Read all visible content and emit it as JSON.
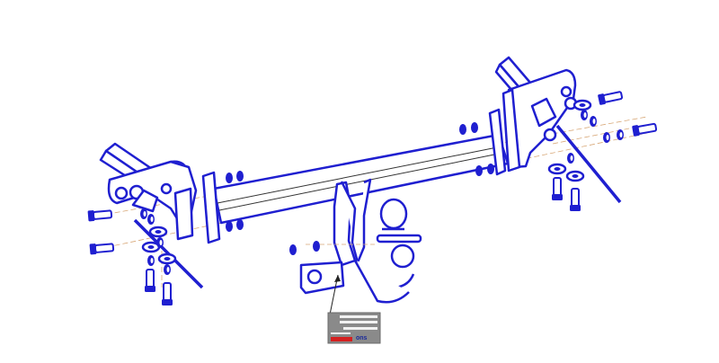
{
  "diagram": {
    "subject": "Tow bar (towing hitch) exploded assembly drawing",
    "line_color": "#1f1fd0",
    "centerline_color": "#d8a878",
    "plate_color": "#8a8a8a",
    "components": [
      {
        "id": "left-bracket",
        "label": "Left side mounting bracket"
      },
      {
        "id": "right-bracket",
        "label": "Right side mounting bracket"
      },
      {
        "id": "cross-beam",
        "label": "Main cross beam"
      },
      {
        "id": "tow-neck",
        "label": "Tow ball neck with ball"
      },
      {
        "id": "socket-plate",
        "label": "Electrical socket plate"
      },
      {
        "id": "bolts",
        "label": "Bolts, washers and nuts"
      },
      {
        "id": "id-plate",
        "label": "Identification plate"
      }
    ],
    "plate": {
      "brand_left": "",
      "brand_right": "ons"
    }
  }
}
